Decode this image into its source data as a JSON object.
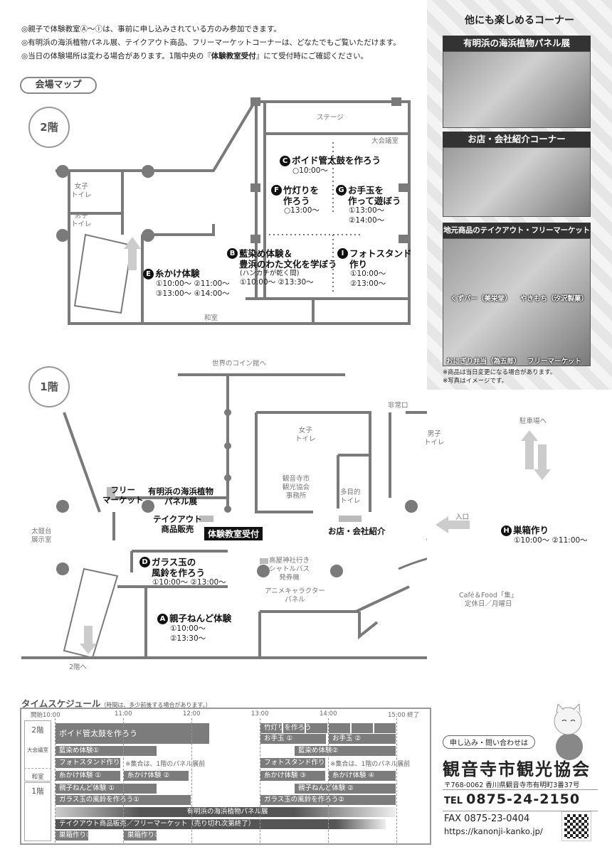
{
  "notes": [
    "◎親子で体験教室Ⓐ～Ⓘは、事前に申し込みされている方のみ参加できます。",
    "◎有明浜の海浜植物パネル展、テイクアウト商品、フリーマーケットコーナーは、どなたでもご覧いただけます。",
    "◎当日の体験場所は変わる場合があります。1階中央の『",
    "体験教室受付",
    "』にて受付時にご確認ください。"
  ],
  "map_title": "会場マップ",
  "floor2": {
    "label": "2階",
    "rooms": {
      "stage": "ステージ",
      "hall": "大会議室",
      "women": "女子\nトイレ",
      "men": "男子\nトイレ",
      "washitsu": "和室"
    },
    "events": [
      {
        "letter": "C",
        "title": "ボイド管太鼓を作ろう",
        "times": "○10:00～"
      },
      {
        "letter": "F",
        "title": "竹灯りを\n作ろう",
        "times": "○13:00～"
      },
      {
        "letter": "G",
        "title": "お手玉を\n作って遊ぼう",
        "times": "①13:00～\n②14:00～"
      },
      {
        "letter": "B",
        "title": "藍染め体験＆\n豊浜のわた文化を学ぼう",
        "sub": "(ハンカチが乾く間)",
        "times": "①10:00～ ②13:30～"
      },
      {
        "letter": "I",
        "title": "フォトスタンド\n作り",
        "times": "①10:00～\n②13:00～"
      },
      {
        "letter": "E",
        "title": "糸かけ体験",
        "times": "①10:00～ ②11:00～\n③13:00～ ④14:00～"
      }
    ]
  },
  "floor1": {
    "label": "1階",
    "labels": {
      "coin": "世界のコイン館へ",
      "exit": "非常口",
      "women": "女子\nトイレ",
      "men": "男子\nトイレ",
      "parking": "駐車場へ",
      "office": "観音寺市\n観光協会\n事務所",
      "multi": "多目的\nトイレ",
      "entrance": "入口",
      "taiko": "太鼓台\n展示室",
      "bus": "高屋神社行き\nシャトルバス\n発券機",
      "anime": "アニメキャラクター\nパネル",
      "cafe": "Café＆Food「集」\n定休日／月曜日",
      "to2f": "2階へ"
    },
    "spots": {
      "flea": "フリー\nマーケット",
      "panel": "有明浜の海浜植物\nパネル展",
      "takeout": "テイクアウト\n商品販売",
      "reception": "体験教室受付",
      "shop": "お店・会社紹介"
    },
    "events": [
      {
        "letter": "D",
        "title": "ガラス玉の\n風鈴を作ろう",
        "times": "①10:00～ ②13:00～"
      },
      {
        "letter": "A",
        "title": "親子ねんど体験",
        "times": "①10:00～\n②13:30～"
      },
      {
        "letter": "H",
        "title": "巣箱作り",
        "times": "①10:00～ ②11:00～"
      }
    ]
  },
  "side": {
    "title": "他にも楽しめるコーナー",
    "sections": [
      "有明浜の海浜植物パネル展",
      "お店・会社紹介コーナー",
      "地元商品のテイクアウト・フリーマーケット"
    ],
    "captions": [
      "くずバー（美栄堂）",
      "やきもち（汐沢製菓）",
      "おにぎり弁当（為五郎）",
      "フリーマーケット"
    ],
    "footnotes": [
      "※商品は当日変更になる場合があります。",
      "※写真はイメージです。"
    ]
  },
  "schedule": {
    "title": "タイムスケジュール",
    "subtitle": "（時間は、多少前後する場合があります。）",
    "ticks": [
      "開始10:00",
      "11:00",
      "12:00",
      "13:00",
      "14:00",
      "15:00 終了"
    ],
    "row_labels": [
      "2階",
      "大会議室",
      "和室",
      "1階"
    ],
    "bars": [
      {
        "label": "ボイド管太鼓を作ろう",
        "start": 10.0,
        "end": 12.27,
        "row": 0,
        "span": 2
      },
      {
        "label": "竹灯りを作ろう",
        "start": 13.0,
        "end": 15.0,
        "row": 0,
        "segmented": true
      },
      {
        "label": "お手玉 ①",
        "start": 13.0,
        "end": 13.98,
        "row": 1
      },
      {
        "label": "お手玉 ②",
        "start": 14.0,
        "end": 15.0,
        "row": 1
      },
      {
        "label": "藍染め体験①",
        "start": 10.0,
        "end": 11.5,
        "row": 2
      },
      {
        "label": "藍染め体験②",
        "start": 13.5,
        "end": 15.0,
        "row": 2
      },
      {
        "label": "フォトスタンド作り①",
        "start": 10.0,
        "end": 10.97,
        "row": 3
      },
      {
        "label": "フォトスタンド作り②",
        "start": 13.0,
        "end": 13.97,
        "row": 3
      },
      {
        "label": "糸かけ体験 ①",
        "start": 10.0,
        "end": 10.97,
        "row": 4
      },
      {
        "label": "糸かけ体験 ②",
        "start": 11.0,
        "end": 11.97,
        "row": 4
      },
      {
        "label": "糸かけ体験 ③",
        "start": 13.0,
        "end": 13.97,
        "row": 4
      },
      {
        "label": "糸かけ体験 ④",
        "start": 14.0,
        "end": 15.0,
        "row": 4
      },
      {
        "label": "親子ねんど体験 ①",
        "start": 10.0,
        "end": 11.5,
        "row": 5
      },
      {
        "label": "親子ねんど体験 ②",
        "start": 13.5,
        "end": 15.0,
        "row": 5
      },
      {
        "label": "ガラス玉の風鈴を作ろう①",
        "start": 10.0,
        "end": 12.0,
        "row": 6
      },
      {
        "label": "ガラス玉の風鈴を作ろう②",
        "start": 13.0,
        "end": 15.0,
        "row": 6
      },
      {
        "label": "有明浜の海浜植物パネル展",
        "start": 10.0,
        "end": 15.0,
        "row": 7,
        "style": "fade-both",
        "center": true
      },
      {
        "label": "テイクアウト商品販売／フリーマーケット（売り切れ次第終了）",
        "start": 10.0,
        "end": 14.85,
        "row": 8,
        "style": "fade-end"
      },
      {
        "label": "巣箱作り①",
        "start": 10.0,
        "end": 10.5,
        "row": 9
      },
      {
        "label": "巣箱作り②",
        "start": 11.0,
        "end": 11.5,
        "row": 9
      }
    ],
    "notes": [
      "※集合は、1階のパネル展前",
      "※集合は、1階のパネル展前"
    ]
  },
  "contact": {
    "badge": "申し込み・問い合わせは",
    "org": "観音寺市観光協会",
    "address": "〒768-0062 香川県観音寺市有明町3番37号",
    "tel_label": "TEL",
    "tel": "0875-24-2150",
    "fax": "FAX 0875-23-0404",
    "url": "https://kanonji-kanko.jp/"
  }
}
